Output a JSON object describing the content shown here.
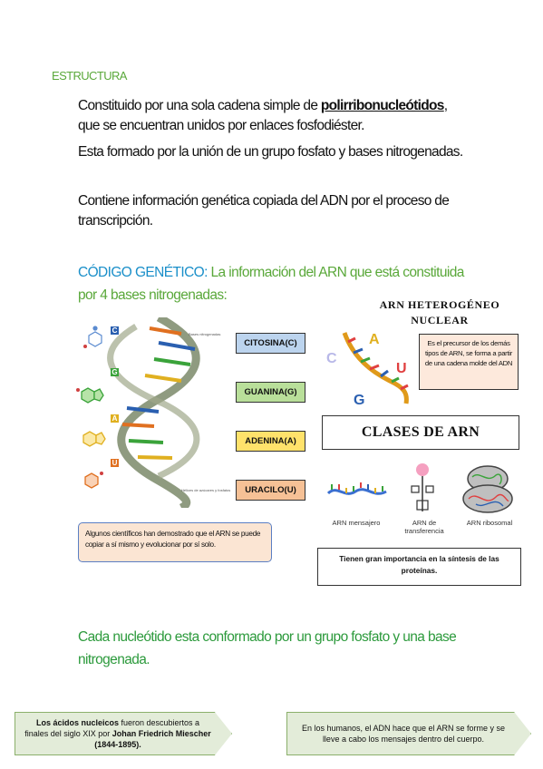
{
  "heading_structure": "ESTRUCTURA",
  "paragraphs": {
    "p1_before": "Constituido por una sola cadena simple de ",
    "p1_term": "polirribonucleótidos",
    "p1_after": ", que se encuentran unidos por enlaces fosfodiéster.",
    "p2": "Esta formado por la unión de un grupo fosfato y bases nitrogenadas.",
    "p3": "Contiene información genética copiada del ADN por el proceso de transcripción."
  },
  "genetic_code": {
    "label": "CÓDIGO GENÉTICO:",
    "text": " La información del ARN que está constituida por 4 bases nitrogenadas:"
  },
  "figure_left": {
    "nucleotide_letters": [
      "C",
      "G",
      "A",
      "U"
    ],
    "helix_label_top": "Bases nitrogenadas",
    "helix_label_bottom": "Hélices de azúcares y fosfatos",
    "colors": {
      "C": "#2a5fb0",
      "G": "#3aa33a",
      "A": "#e0b020",
      "U": "#e07020"
    }
  },
  "bases": [
    "CITOSINA(C)",
    "GUANINA(G)",
    "ADENINA(A)",
    "URACILO(U)"
  ],
  "note_self_copy": "Algunos científicos han demostrado que el ARN se puede copiar a sí mismo y evolucionar por sí solo.",
  "arn_heterogeneo": {
    "title_line1": "ARN HETEROGÉNEO",
    "title_line2": "NUCLEAR",
    "letters": {
      "a": "A",
      "c": "C",
      "u": "U",
      "g": "G"
    },
    "note": "Es el precursor de los demás tipos de ARN, se forma a partir de una cadena molde del ADN"
  },
  "clases_title": "CLASES DE ARN",
  "arn_types": [
    "ARN mensajero",
    "ARN de transferencia",
    "ARN ribosomal"
  ],
  "importance": "Tienen gran importancia en la síntesis de las proteínas.",
  "nucleotide_statement": "Cada nucleótido esta conformado por un grupo fosfato y una base nitrogenada.",
  "footer": {
    "left_bold1": "Los ácidos nucleicos",
    "left_text": " fueron descubiertos a finales del siglo XIX por ",
    "left_bold2": "Johan Friedrich Miescher (1844-1895).",
    "right": "En los humanos, el ADN hace que el ARN se forme y se lleve a cabo los mensajes dentro del cuerpo."
  }
}
